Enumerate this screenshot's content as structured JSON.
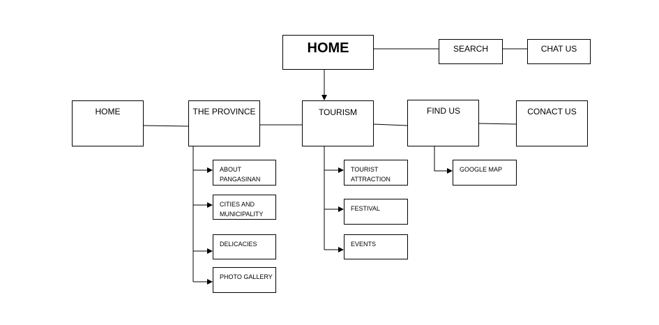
{
  "top": {
    "home": "HOME",
    "search": "SEARCH",
    "chat": "CHAT US"
  },
  "nav": {
    "home": "HOME",
    "province": "THE PROVINCE",
    "tourism": "TOURISM",
    "find_us": "FIND US",
    "contact": "CONACT US"
  },
  "province_items": [
    "ABOUT PANGASINAN",
    "CITIES AND MUNICIPALITY",
    "DELICACIES",
    "PHOTO GALLERY"
  ],
  "tourism_items": [
    "TOURIST ATTRACTION",
    "FESTIVAL",
    "EVENTS"
  ],
  "find_us_items": [
    "GOOGLE MAP"
  ]
}
